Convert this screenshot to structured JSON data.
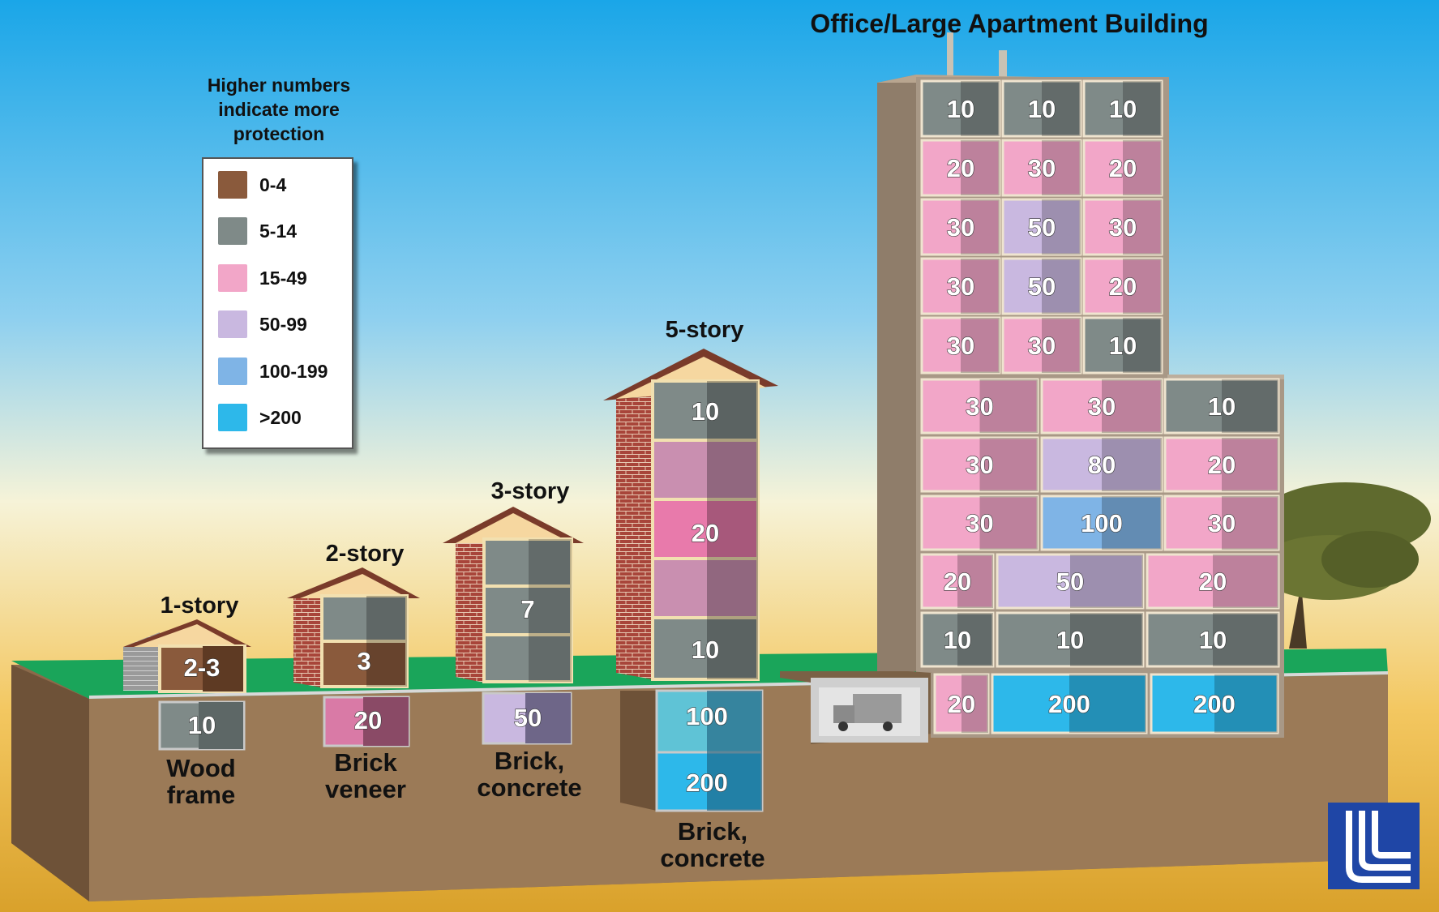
{
  "title": "Office/Large Apartment Building",
  "legend": {
    "note_lines": [
      "Higher numbers",
      "indicate more",
      "protection"
    ],
    "items": [
      {
        "label": "0-4",
        "color": "#8a5a3c"
      },
      {
        "label": "5-14",
        "color": "#7f8a88"
      },
      {
        "label": "15-49",
        "color": "#f2a6c8"
      },
      {
        "label": "50-99",
        "color": "#c9b8e0"
      },
      {
        "label": "100-199",
        "color": "#7fb4e6"
      },
      {
        "label": ">200",
        "color": "#2db8ea"
      }
    ]
  },
  "houses": {
    "one_story": {
      "name": "1-story",
      "ground": "2-3",
      "basement": "10",
      "type_lines": [
        "Wood",
        "frame"
      ]
    },
    "two_story": {
      "name": "2-story",
      "ground": "3",
      "basement": "20",
      "type_lines": [
        "Brick",
        "veneer"
      ]
    },
    "three_story": {
      "name": "3-story",
      "middle": "7",
      "basement": "50",
      "type_lines": [
        "Brick,",
        "concrete"
      ]
    },
    "five_story": {
      "name": "5-story",
      "floors": [
        "10",
        "",
        "20",
        "",
        "10"
      ],
      "basement": [
        "100",
        "200"
      ],
      "type_lines": [
        "Brick,",
        "concrete"
      ]
    }
  },
  "tower": {
    "upper_rows": [
      [
        "10",
        "10",
        "10"
      ],
      [
        "20",
        "30",
        "20"
      ],
      [
        "30",
        "50",
        "30"
      ],
      [
        "30",
        "50",
        "20"
      ],
      [
        "30",
        "30",
        "10"
      ]
    ],
    "lower_rows": [
      [
        "30",
        "30",
        "10"
      ],
      [
        "30",
        "80",
        "20"
      ],
      [
        "30",
        "100",
        "30"
      ],
      [
        "20",
        "50",
        "20"
      ],
      [
        "10",
        "10",
        "10"
      ]
    ],
    "basement": [
      "20",
      "200",
      "200"
    ]
  }
}
